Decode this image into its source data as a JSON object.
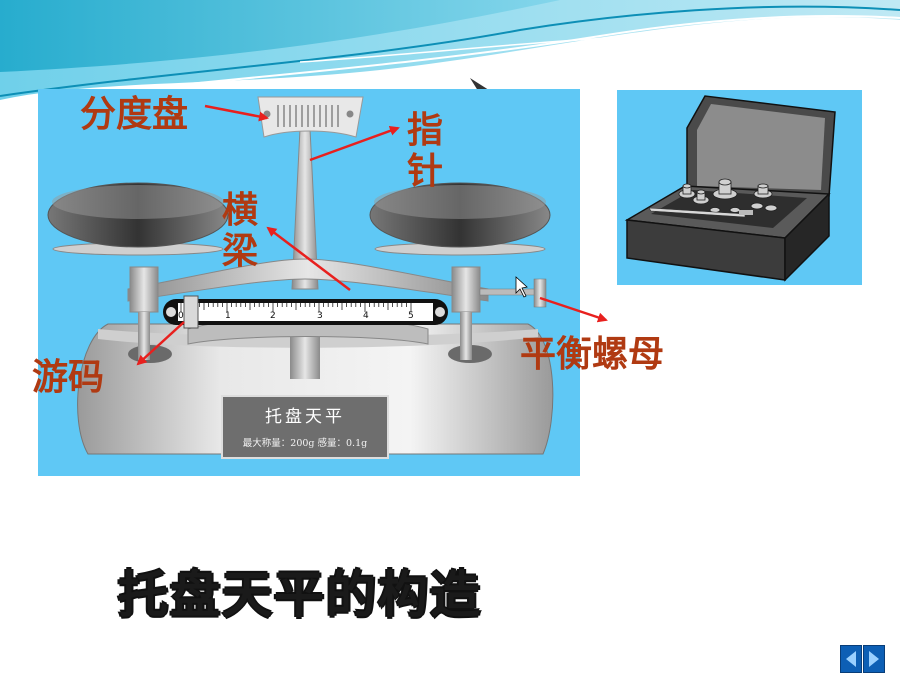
{
  "labels": {
    "dial": "分度盘",
    "pointer": "指针",
    "beam": "横梁",
    "rider": "游码",
    "nut": "平衡螺母"
  },
  "plate": {
    "name": "托盘天平",
    "spec": "最大称量：200g  感量：0.1g"
  },
  "scale_ticks": [
    "0",
    "1",
    "2",
    "3",
    "4",
    "5"
  ],
  "title": "托盘天平的构造",
  "colors": {
    "panel_bg": "#5fc8f5",
    "label": "#b03a12",
    "arrow": "#e8201e",
    "nav": "#0d5fb5"
  },
  "nav": {
    "prev_icon": "triangle-left-icon",
    "next_icon": "triangle-right-icon"
  }
}
